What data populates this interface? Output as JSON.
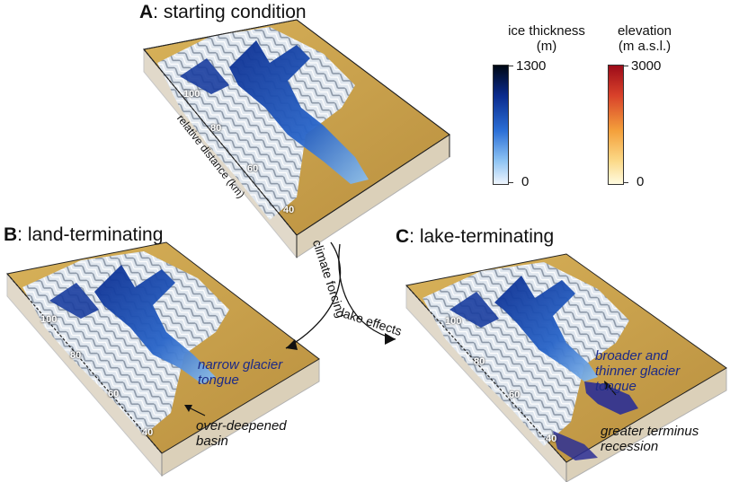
{
  "panels": {
    "a": {
      "letter": "A",
      "title": ": starting condition"
    },
    "b": {
      "letter": "B",
      "title": ": land-terminating"
    },
    "c": {
      "letter": "C",
      "title": ": lake-terminating"
    }
  },
  "axis": {
    "label": "relative distance (km)",
    "a_ticks": [
      "100",
      "80",
      "60",
      "40"
    ],
    "b_ticks": [
      "100",
      "80",
      "60",
      "40"
    ],
    "c_ticks": [
      "100",
      "80",
      "60",
      "40"
    ]
  },
  "colorbars": {
    "ice": {
      "title_line1": "ice thickness",
      "title_line2": "(m)",
      "max": "1300",
      "min": "0",
      "colors": [
        "#000814",
        "#0a2a8c",
        "#2c6fd6",
        "#8cc2f3",
        "#eef5fd"
      ]
    },
    "elevation": {
      "title_line1": "elevation",
      "title_line2": "(m a.s.l.)",
      "max": "3000",
      "min": "0",
      "colors": [
        "#9c0b19",
        "#d8412a",
        "#f4a03b",
        "#fbd886",
        "#fffbe0"
      ]
    }
  },
  "arrows": {
    "climate": "climate forcing",
    "lake": "lake effects"
  },
  "annotations": {
    "narrow_l1": "narrow glacier",
    "narrow_l2": "tongue",
    "basin_l1": "over-deepened",
    "basin_l2": "basin",
    "broader_l1": "broader and",
    "broader_l2": "thinner glacier",
    "broader_l3": "tongue",
    "recession_l1": "greater terminus",
    "recession_l2": "recession"
  }
}
